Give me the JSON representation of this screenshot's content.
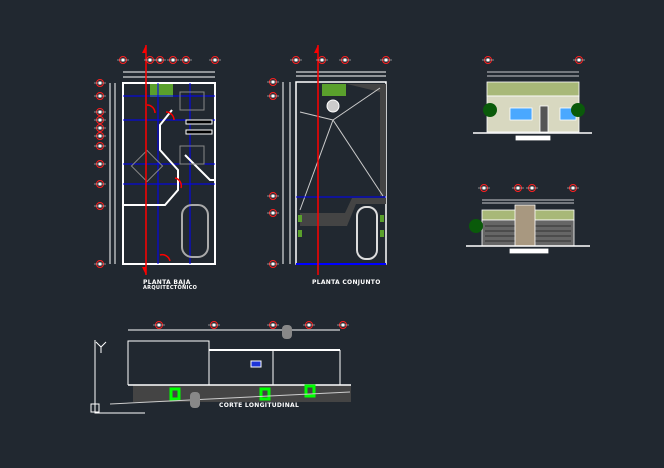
{
  "drawings": {
    "planta_baja": {
      "title": "PLANTA BAJA",
      "subtitle": "ARQUITECTÓNICO"
    },
    "planta_conjunto": {
      "title": "PLANTA CONJUNTO"
    },
    "corte": {
      "title": "CORTE LONGITUDINAL"
    }
  },
  "colors": {
    "background": "#212830",
    "line": "#ffffff",
    "axis": "#0000ff",
    "cut": "#ff0000",
    "garden": "#5aa02c",
    "grid_marker": "#ff2020"
  }
}
